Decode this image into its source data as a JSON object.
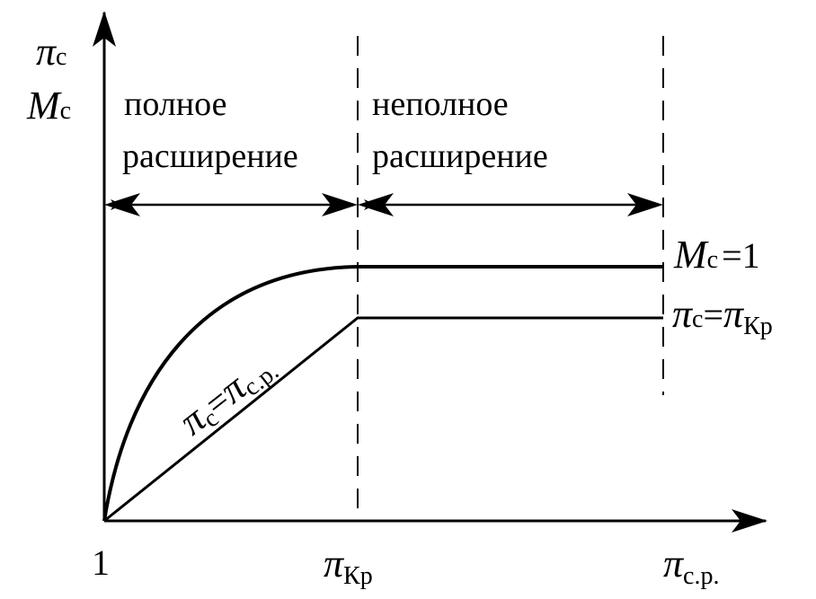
{
  "axes": {
    "y_label_top": {
      "main": "π",
      "sub": "с"
    },
    "y_label_bottom": {
      "main": "M",
      "sub": "с"
    },
    "x_origin_label": "1",
    "x_mid_label": {
      "main": "π",
      "sub": "Кр"
    },
    "x_end_label": {
      "main": "π",
      "sub": "с.р."
    }
  },
  "regions": {
    "full": {
      "line1": "полное",
      "line2": "расширение"
    },
    "partial": {
      "line1": "неполное",
      "line2": "расширение"
    }
  },
  "curves": {
    "mach": {
      "label_main": "M",
      "label_sub": "с",
      "label_eq": "=1"
    },
    "pressure": {
      "label_main": "π",
      "label_sub": "с",
      "label_eq": "=",
      "label_main2": "π",
      "label_sub2": "Кр"
    },
    "diagonal": {
      "label_main": "π",
      "label_sub": "с",
      "label_eq": "=",
      "label_main2": "π",
      "label_sub2": "с.р."
    }
  },
  "colors": {
    "ink": "#000000",
    "background": "#ffffff"
  }
}
